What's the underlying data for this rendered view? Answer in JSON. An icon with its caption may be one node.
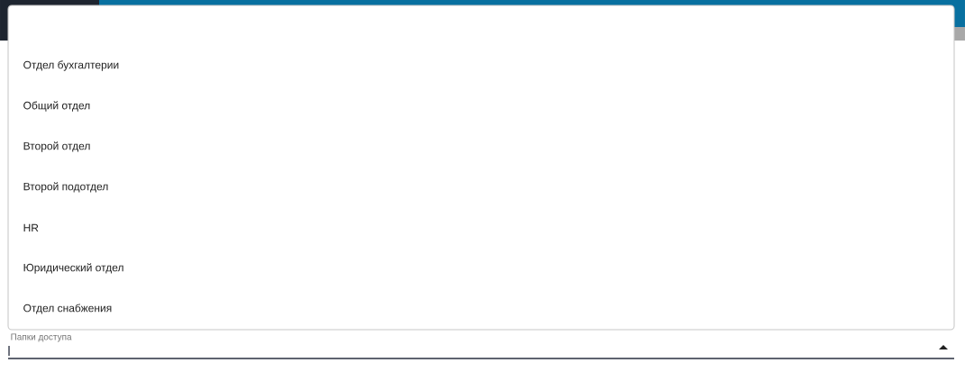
{
  "diagram": {
    "labels": [
      "Отдел бухгалтерии",
      "Общий отдел",
      "Второй отдел",
      "Второй подотдел",
      "HR",
      "Юридический отдел",
      "Отдел снабжения",
      "Папки доступа"
    ]
  }
}
